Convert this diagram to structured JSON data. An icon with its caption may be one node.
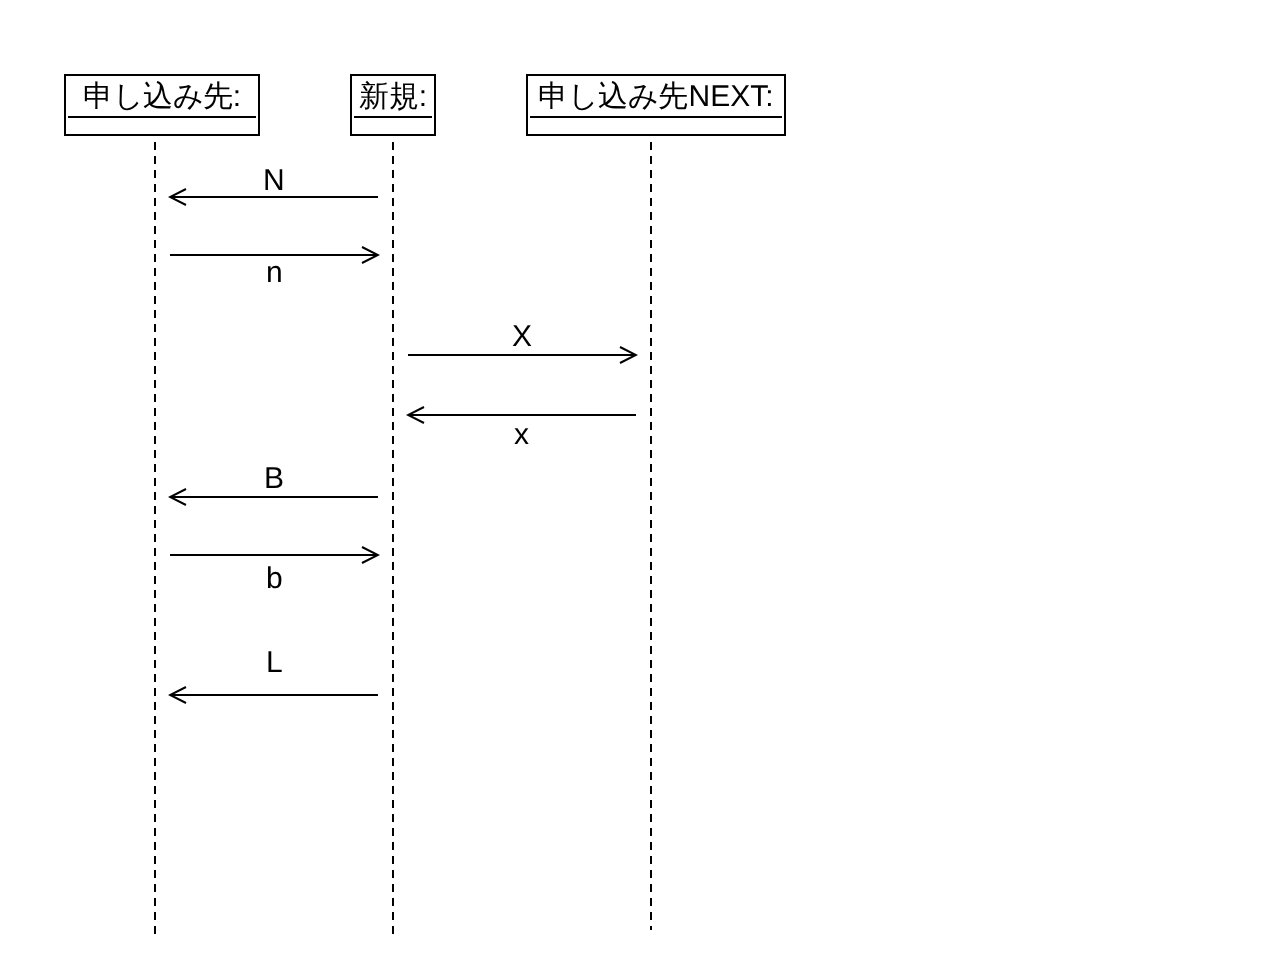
{
  "diagram": {
    "nodes": [
      {
        "text": [
          "申し込み先:"
        ]
      },
      {
        "text": [
          "新規:"
        ]
      },
      {
        "text": [
          "申し込み先NEXT:"
        ]
      },
      {
        "text": [],
        "shape": "line"
      },
      {
        "text": [],
        "shape": "line"
      },
      {
        "text": [],
        "shape": "line"
      }
    ],
    "edges": [
      {
        "from": 4,
        "to": 3,
        "arrow": "to",
        "label": "N"
      },
      {
        "from": 3,
        "to": 4,
        "arrow": "to",
        "label": "n"
      },
      {
        "from": 4,
        "to": 5,
        "arrow": "to",
        "label": "X"
      },
      {
        "from": 5,
        "to": 4,
        "arrow": "to",
        "label": "x"
      },
      {
        "from": 4,
        "to": 3,
        "arrow": "to",
        "label": "B"
      },
      {
        "from": 3,
        "to": 4,
        "arrow": "to",
        "label": "b"
      },
      {
        "from": 4,
        "to": 3,
        "arrow": "to",
        "label": "L"
      }
    ]
  }
}
